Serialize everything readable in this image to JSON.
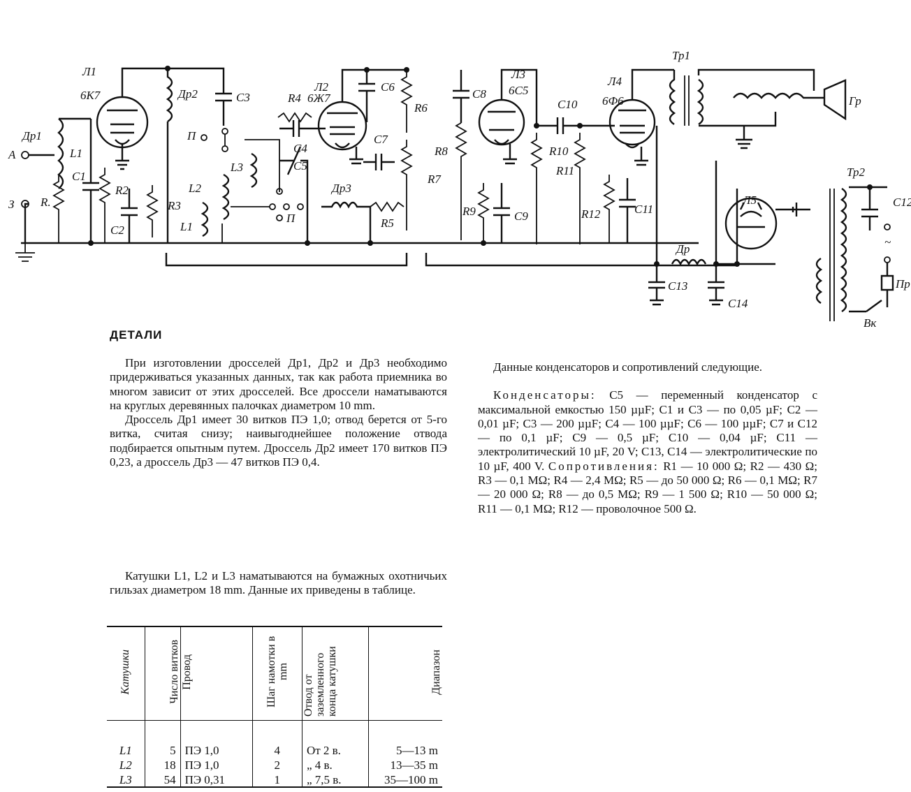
{
  "schematic": {
    "tubes": [
      {
        "ref": "Л1",
        "type": "6К7"
      },
      {
        "ref": "Л2",
        "type": "6Ж7"
      },
      {
        "ref": "Л3",
        "type": "6С5"
      },
      {
        "ref": "Л4",
        "type": "6Ф6"
      },
      {
        "ref": "Л5",
        "type": ""
      }
    ],
    "labels": {
      "antenna": "А",
      "ground": "З",
      "dr1": "Др1",
      "dr2": "Др2",
      "dr3": "Др3",
      "dr": "Др",
      "L1": "L1",
      "L2": "L2",
      "L3": "L3",
      "R": "R.",
      "R2": "R2",
      "R3": "R3",
      "R4": "R4",
      "R5": "R5",
      "R6": "R6",
      "R7": "R7",
      "R8": "R8",
      "R9": "R9",
      "R10": "R10",
      "R11": "R11",
      "R12": "R12",
      "C1": "C1",
      "C2": "C2",
      "C3": "C3",
      "C4": "C4",
      "C5": "C5",
      "C6": "C6",
      "C7": "C7",
      "C8": "C8",
      "C9": "C9",
      "C10": "C10",
      "C11": "C11",
      "C12": "C12",
      "C13": "C13",
      "C14": "C14",
      "P": "П",
      "Tr1": "Тр1",
      "Tr2": "Тр2",
      "Gr": "Гр",
      "Pr": "Пр",
      "Vk": "Вк",
      "ac": "~"
    }
  },
  "heading": "ДЕТАЛИ",
  "left_text": {
    "p1": "При изготовлении дросселей Др1, Др2 и Др3 необходимо придерживаться указанных данных, так как работа приемника во многом зависит от этих дросселей. Все дроссели наматываются на круглых деревянных палочках диаметром 10 mm.",
    "p2": "Дроссель Др1 имеет 30 витков ПЭ 1,0; отвод берется от 5-го витка, считая снизу; наивыгоднейшее положение отвода подбирается опытным путем. Дроссель Др2 имеет 170 витков ПЭ 0,23, а дроссель Др3 — 47 витков ПЭ 0,4.",
    "p3": "Катушки L1, L2 и L3 наматываются на бумажных охотничьих гильзах диаметром 18 mm. Данные их приведены в таблице."
  },
  "right_text": {
    "p1": "Данные конденсаторов и сопротивлений следующие.",
    "caps_title": "Конденсаторы:",
    "caps_body": "C5 — переменный конденсатор с максимальной емкостью 150 µµF; C1 и C3 — по 0,05 µF; C2 — 0,01 µF; C3 — 200 µµF; C4 — 100 µµF; C6 — 100 µµF; C7 и C12 — по 0,1 µF; C9 — 0,5 µF; C10 — 0,04 µF; C11 — электролитический 10 µF, 20 V; C13, C14 — электролитические по 10 µF, 400 V.",
    "res_title": "Сопротивления:",
    "res_body": "R1 — 10 000 Ω; R2 — 430 Ω; R3 — 0,1 MΩ; R4 — 2,4 MΩ; R5 — до 50 000 Ω; R6 — 0,1 MΩ; R7 — 20 000 Ω; R8 — до 0,5 MΩ; R9 — 1 500 Ω; R10 — 50 000 Ω; R11 — 0,1 MΩ; R12 — проволочное 500 Ω."
  },
  "table": {
    "headers": [
      "Катушки",
      "Число витков",
      "Провод",
      "Шаг намотки в mm",
      "Отвод от заземленного конца катушки",
      "Диапазон"
    ],
    "rows": [
      [
        "L1",
        "5",
        "ПЭ 1,0",
        "4",
        "От 2 в.",
        "5—13 m"
      ],
      [
        "L2",
        "18",
        "ПЭ 1,0",
        "2",
        "„ 4 в.",
        "13—35 m"
      ],
      [
        "L3",
        "54",
        "ПЭ 0,31",
        "1",
        "„ 7,5 в.",
        "35—100 m"
      ]
    ]
  }
}
